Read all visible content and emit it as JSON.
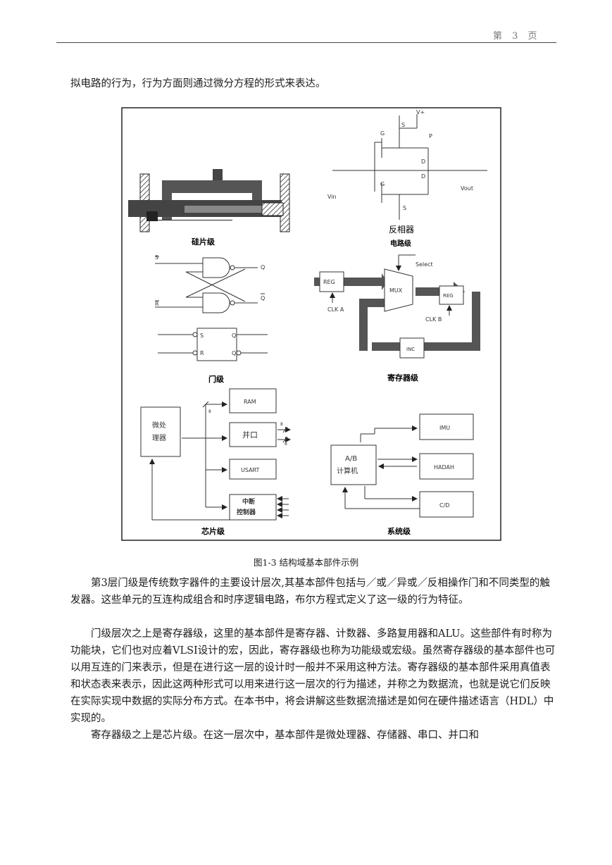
{
  "header": {
    "page_label": "第 3 页"
  },
  "top_text": "拟电路的行为，行为方面则通过微分方程的形式来表达。",
  "figure": {
    "caption": "图1-3 结构域基本部件示例",
    "panels": {
      "silicon": "硅片级",
      "inverter_title": "反相器",
      "inverter_sub": "电路级",
      "gate": "门级",
      "register": "寄存器级",
      "chip": "芯片级",
      "system": "系统级"
    },
    "inverter": {
      "vdd": "V+",
      "s_top": "S",
      "p": "P",
      "g_top": "G",
      "d1": "D",
      "d2": "D",
      "g_bot": "G",
      "s_bot": "S",
      "vin": "Vin",
      "vout": "Vout"
    },
    "gate_labels": {
      "s_bar": "S",
      "r_bar": "R",
      "q": "Q",
      "q_bar": "Q",
      "ff_s": "S",
      "ff_r": "R",
      "ff_q1": "Q",
      "ff_q2": "Q"
    },
    "register_labels": {
      "reg1": "REG",
      "reg2": "REG",
      "mux": "MUX",
      "select": "Select",
      "clk_a": "CLK A",
      "clk_b": "CLK B",
      "inc": "INC"
    },
    "chip_labels": {
      "cpu_line1": "微处",
      "cpu_line2": "理器",
      "ram": "RAM",
      "parallel": "并口",
      "usart": "USART",
      "intc_line1": "中断",
      "intc_line2": "控制器",
      "bus8": "8",
      "p8a": "8",
      "p8b": "8"
    },
    "system_labels": {
      "ab1": "A/B",
      "ab2": "计算机",
      "imu": "IMU",
      "hadah": "HADAH",
      "cd": "C/D"
    }
  },
  "paragraphs": [
    "第3层门级是传统数字器件的主要设计层次,其基本部件包括与／或／异或／反相操作门和不同类型的触发器。这些单元的互连构成组合和时序逻辑电路，布尔方程式定义了这一级的行为特征。",
    "门级层次之上是寄存器级，这里的基本部件是寄存器、计数器、多路复用器和ALU。这些部件有时称为功能块，它们也对应着VLSI设计的宏，因此，寄存器级也称为功能级或宏级。虽然寄存器级的基本部件也可以用互连的门来表示，但是在进行这一层的设计时一般并不采用这种方法。寄存器级的基本部件采用真值表和状态表来表示，因此这两种形式可以用来进行这一层次的行为描述，并称之为数据流，也就是说它们反映在实际实现中数据的实际分布方式。在本书中，将会讲解这些数据流描述是如何在硬件描述语言（HDL）中实现的。",
    "寄存器级之上是芯片级。在这一层次中，基本部件是微处理器、存储器、串口、并口和"
  ]
}
